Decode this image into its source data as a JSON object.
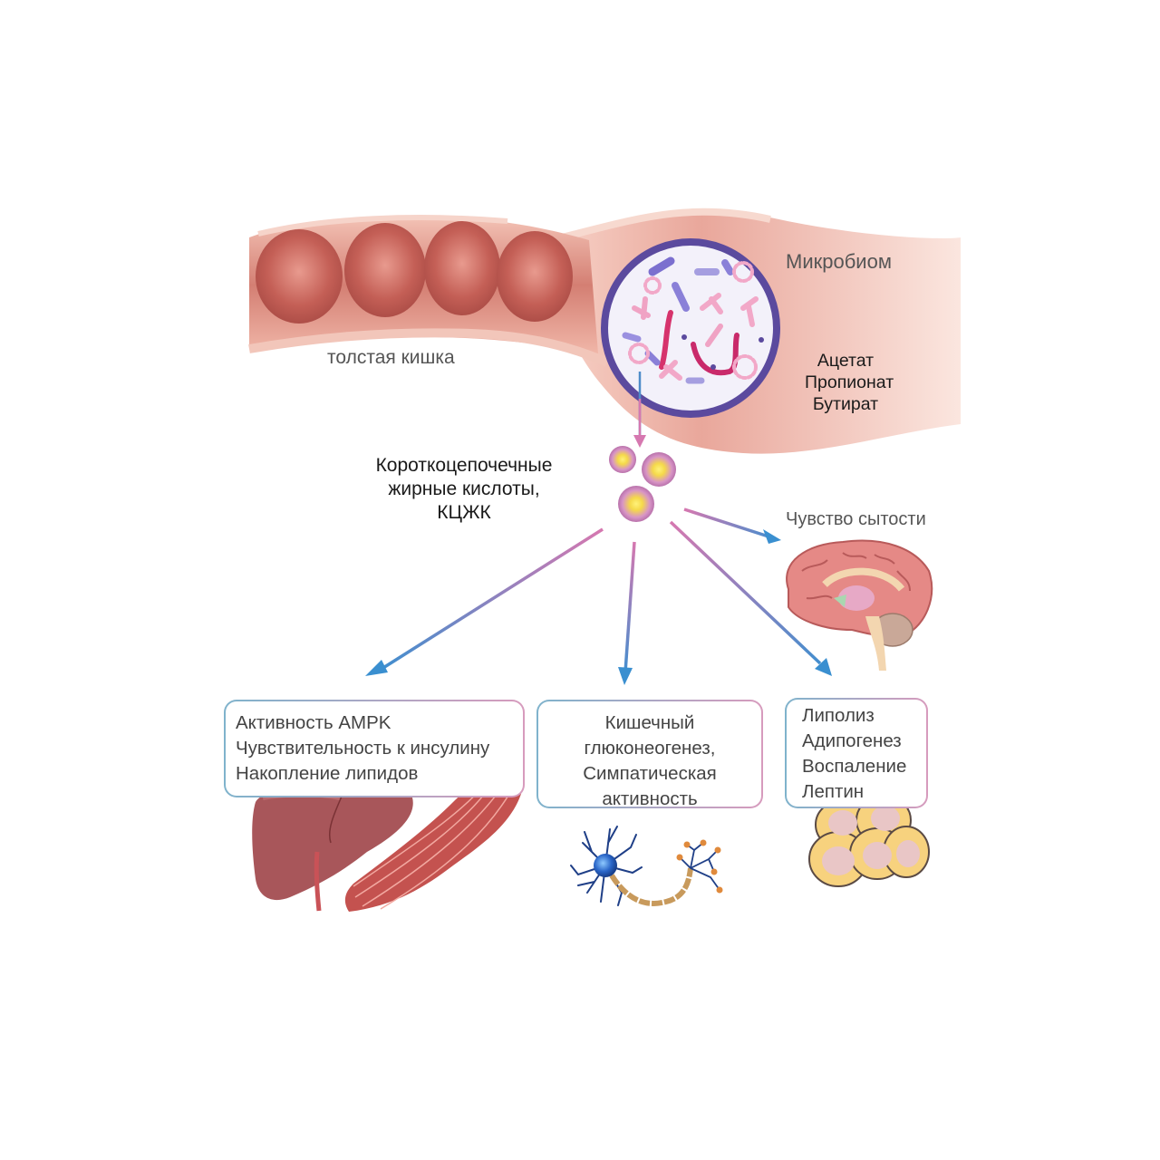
{
  "colon": {
    "label": "толстая кишка"
  },
  "microbiome": {
    "title": "Микробиом",
    "products": [
      "Ацетат",
      "Пропионат",
      "Бутират"
    ]
  },
  "scfa": {
    "lines": [
      "Короткоцепочечные",
      "жирные кислоты,",
      "КЦЖК"
    ]
  },
  "satiety": {
    "label": "Чувство сытости"
  },
  "boxes": {
    "liver_muscle": {
      "lines": [
        "Активность AMPK",
        "Чувствительность к инсулину",
        "Накопление липидов"
      ]
    },
    "neural": {
      "lines": [
        "Кишечный",
        "глюконеогенез,",
        "Симпатическая",
        "активность"
      ]
    },
    "adipose": {
      "lines": [
        "Липолиз",
        "Адипогенез",
        "Воспаление",
        "Лептин"
      ]
    }
  },
  "colors": {
    "arrow_start": "#d678b0",
    "arrow_end": "#3a8fd0",
    "colon_tissue": "#d98a80",
    "microbiome_ring": "#5b4a9e",
    "scfa_core": "#f5e64a",
    "scfa_shell": "#c783b8"
  }
}
